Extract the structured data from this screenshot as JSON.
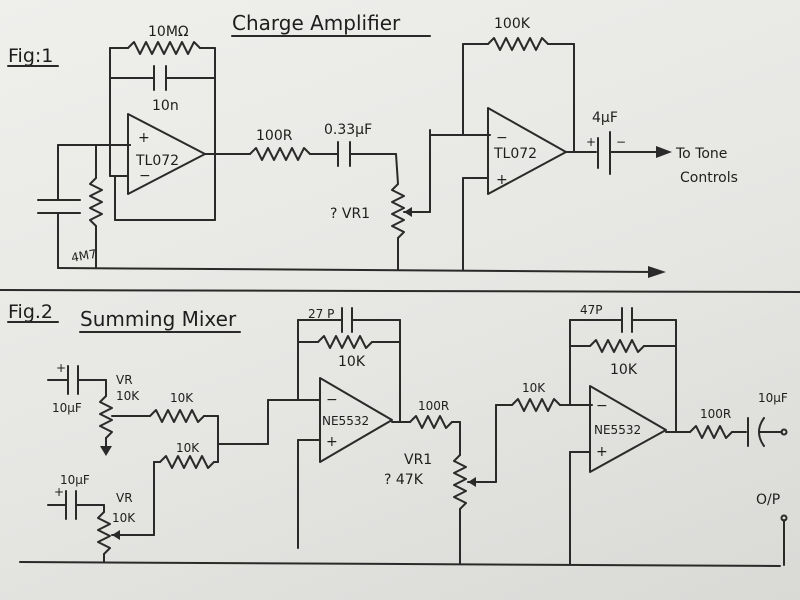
{
  "fig1": {
    "label": "Fig:1",
    "title": "Charge Amplifier",
    "feedback_resistor": "10MΩ",
    "feedback_cap": "10n",
    "opamp1": "TL072",
    "plus": "+",
    "minus": "−",
    "input_resistor": "4M7",
    "series_resistor": "100R",
    "series_cap": "0.33μF",
    "pot": "? VR1",
    "feedback2_resistor": "100K",
    "opamp2": "TL072",
    "out_cap": "4μF",
    "out_label_1": "To Tone",
    "out_label_2": "Controls"
  },
  "fig2": {
    "label": "Fig.2",
    "title": "Summing Mixer",
    "in1_cap": "10μF",
    "in1_pot_1": "VR",
    "in1_pot_2": "10K",
    "in1_resistor": "10K",
    "in2_cap": "10μF",
    "in2_pot_1": "VR",
    "in2_pot_2": "10K",
    "in2_resistor": "10K",
    "fb_cap": "27 P",
    "fb_resistor": "10K",
    "opamp1": "NE5532",
    "series_resistor": "100R",
    "pot_1": "VR1",
    "pot_2": "? 47K",
    "in_resistor2": "10K",
    "fb_cap2": "47P",
    "fb_resistor2": "10K",
    "opamp2": "NE5532",
    "out_resistor": "100R",
    "out_cap": "10μF",
    "output": "O/P",
    "plus": "+",
    "minus": "−"
  }
}
